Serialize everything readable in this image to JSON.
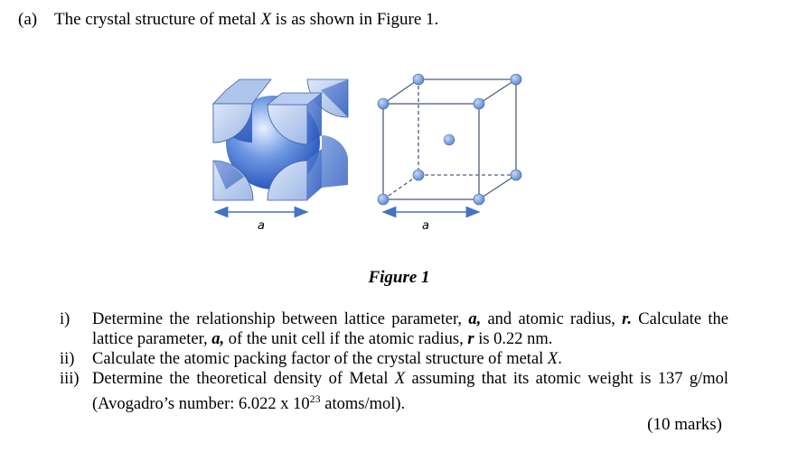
{
  "question": {
    "label": "(a)",
    "text_before": "The crystal structure of metal ",
    "var": "X",
    "text_after": " is as shown in Figure 1."
  },
  "figure": {
    "caption": "Figure 1",
    "left_dimension_label": "a",
    "right_dimension_label": "a"
  },
  "items": [
    {
      "num": "i)",
      "parts": [
        {
          "t": "Determine the relationship between lattice parameter, "
        },
        {
          "t": "a,",
          "style": "bi"
        },
        {
          "t": " and atomic radius, "
        },
        {
          "t": "r.",
          "style": "bi"
        },
        {
          "t": " Calculate the lattice parameter, "
        },
        {
          "t": "a,",
          "style": "bi"
        },
        {
          "t": " of the unit cell if the atomic radius, "
        },
        {
          "t": "r",
          "style": "bi"
        },
        {
          "t": " is 0.22 nm."
        }
      ]
    },
    {
      "num": "ii)",
      "parts": [
        {
          "t": "Calculate the atomic packing factor of the crystal structure of metal "
        },
        {
          "t": "X",
          "style": "i"
        },
        {
          "t": "."
        }
      ]
    },
    {
      "num": "iii)",
      "parts": [
        {
          "t": "Determine the theoretical density of Metal "
        },
        {
          "t": "X",
          "style": "i"
        },
        {
          "t": " assuming that its atomic weight is 137 g/mol (Avogadro’s number: 6.022 x 10"
        },
        {
          "t": "23",
          "style": "sup"
        },
        {
          "t": " atoms/mol)."
        }
      ]
    }
  ],
  "marks": "(10 marks)",
  "colors": {
    "atom_light": "#c9d9f3",
    "atom_mid": "#7ea3e0",
    "atom_dark": "#2a5bc4",
    "edge": "#4d5f7a",
    "arrow": "#4472c4"
  }
}
